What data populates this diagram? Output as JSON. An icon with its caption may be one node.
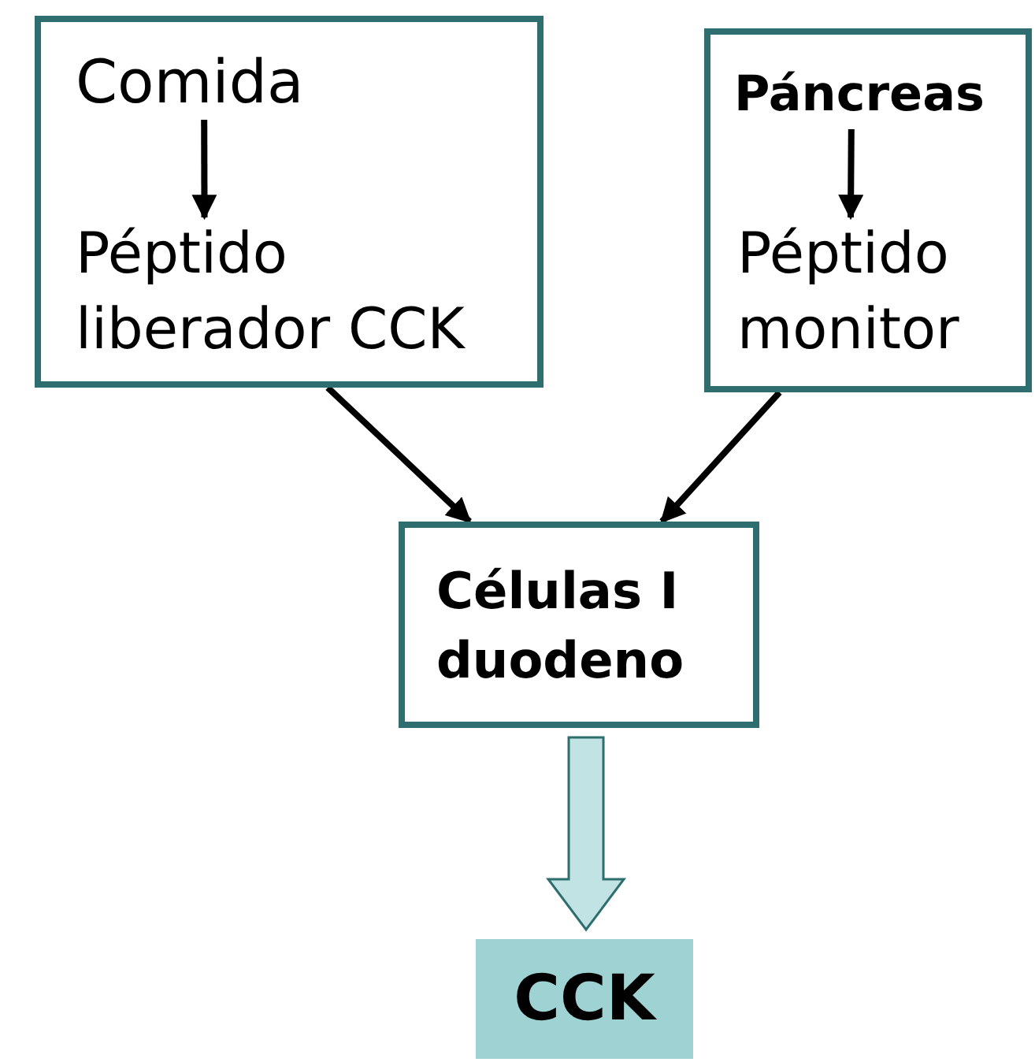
{
  "diagram": {
    "nodes": [
      {
        "text": [],
        "shape": "box"
      },
      {
        "text": [
          "Comida"
        ],
        "in": 0
      },
      {
        "text": [
          "Péptido liberador CCK"
        ],
        "in": 0
      },
      {
        "text": [],
        "shape": "box"
      },
      {
        "text": [
          "Páncreas"
        ],
        "in": 3
      },
      {
        "text": [
          "Péptido monitor"
        ],
        "in": 3
      },
      {
        "text": [
          "Células I duodeno"
        ]
      },
      {
        "text": [
          "CCK"
        ]
      }
    ],
    "edges": [
      {
        "from": 1,
        "to": 2,
        "arrow": "to"
      },
      {
        "from": 4,
        "to": 5,
        "arrow": "to"
      },
      {
        "from": 0,
        "to": 6,
        "arrow": "to"
      },
      {
        "from": 3,
        "to": 6,
        "arrow": "to"
      },
      {
        "from": 6,
        "to": 7,
        "arrow": "to",
        "style": "thick",
        "color": "#c2e3e3"
      }
    ]
  }
}
